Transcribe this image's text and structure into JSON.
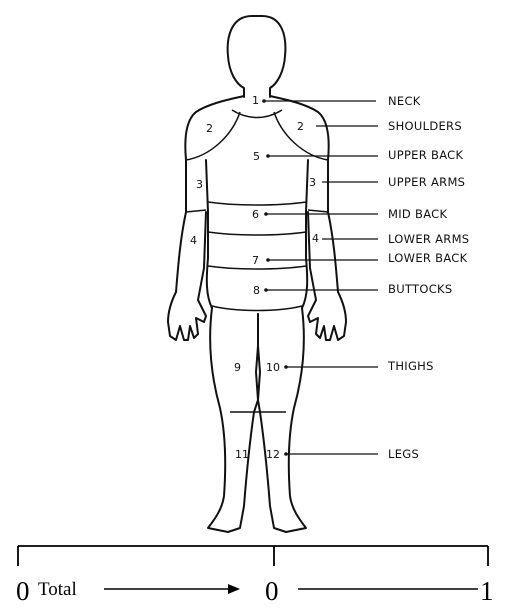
{
  "regions": [
    {
      "number": "1",
      "label": "NECK"
    },
    {
      "number": "2",
      "label": "SHOULDERS"
    },
    {
      "number": "5",
      "label": "UPPER BACK"
    },
    {
      "number": "3",
      "label": "UPPER ARMS"
    },
    {
      "number": "6",
      "label": "MID BACK"
    },
    {
      "number": "4",
      "label": "LOWER ARMS"
    },
    {
      "number": "7",
      "label": "LOWER BACK"
    },
    {
      "number": "8",
      "label": "BUTTOCKS"
    },
    {
      "number": "10",
      "label": "THIGHS"
    },
    {
      "number": "12",
      "label": "LEGS"
    }
  ],
  "left_numbers": {
    "shoulder": "2",
    "upper_arm": "3",
    "lower_arm": "4",
    "thigh": "9",
    "leg": "11"
  },
  "scale": {
    "start": "0",
    "total_label": "Total",
    "middle": "0",
    "end": "1"
  }
}
